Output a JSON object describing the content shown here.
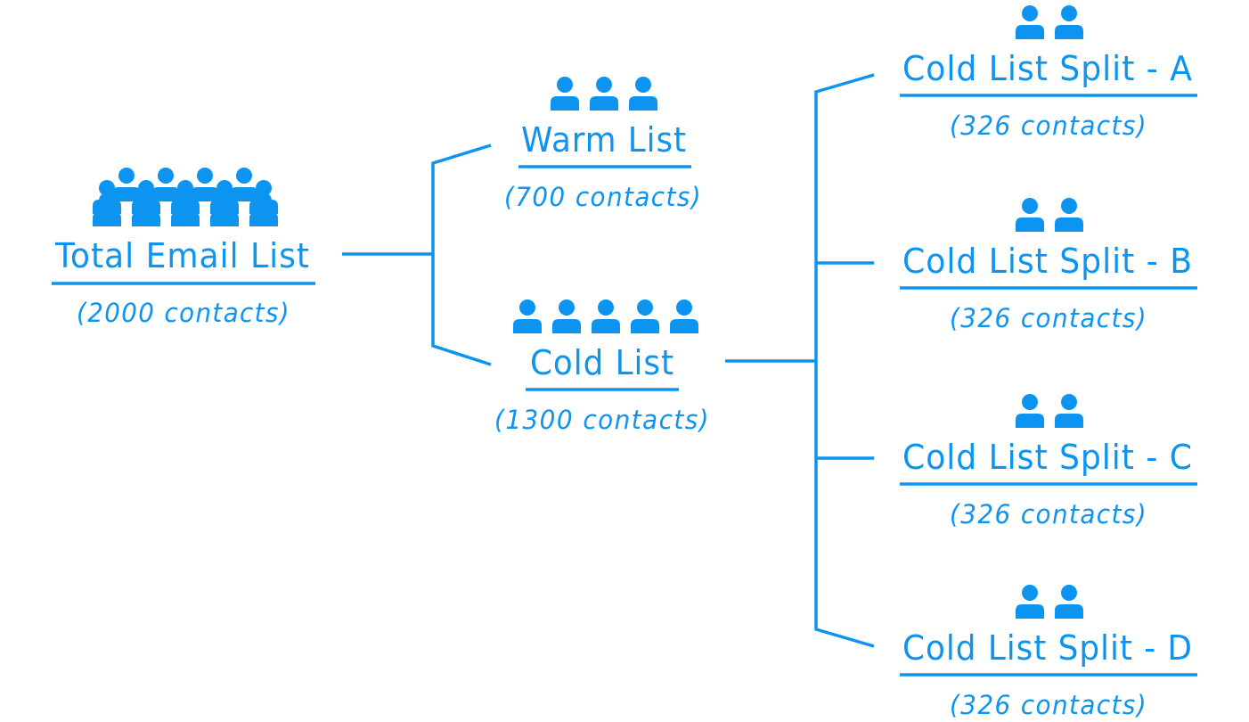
{
  "colors": {
    "accent": "#0d94f0",
    "background": "#ffffff"
  },
  "icon": "person-icon",
  "nodes": {
    "total": {
      "title": "Total Email List",
      "count": "(2000 contacts)"
    },
    "warm": {
      "title": "Warm List",
      "count": "(700 contacts)"
    },
    "cold": {
      "title": "Cold List",
      "count": "(1300 contacts)"
    },
    "split_a": {
      "title": "Cold List Split - A",
      "count": "(326 contacts)"
    },
    "split_b": {
      "title": "Cold List Split - B",
      "count": "(326 contacts)"
    },
    "split_c": {
      "title": "Cold List Split - C",
      "count": "(326 contacts)"
    },
    "split_d": {
      "title": "Cold List Split - D",
      "count": "(326 contacts)"
    }
  }
}
